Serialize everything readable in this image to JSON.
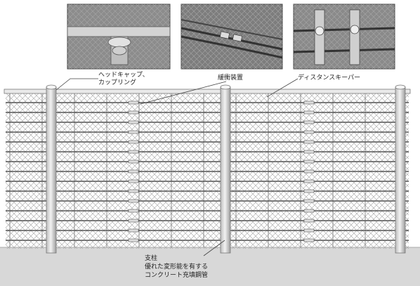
{
  "callouts": {
    "head_cap": [
      "ヘッドキャップ、",
      "カップリング"
    ],
    "cable_device": "緩衝装置",
    "distance_keeper": "ディスタンスキーパー",
    "post_title": "支柱",
    "post_desc": [
      "優れた変形能を有する",
      "コンクリート充填鋼管"
    ]
  },
  "colors": {
    "ground": "#d8d8d8",
    "post": "#e6e6e6",
    "cable": "#666666",
    "mesh": "#8f8f8f",
    "photo_bg": "#9a9a9a"
  },
  "icons": {
    "photo_head": "coupling-photo-icon",
    "photo_cable": "cable-photo-icon",
    "photo_spacer": "spacer-photo-icon"
  }
}
